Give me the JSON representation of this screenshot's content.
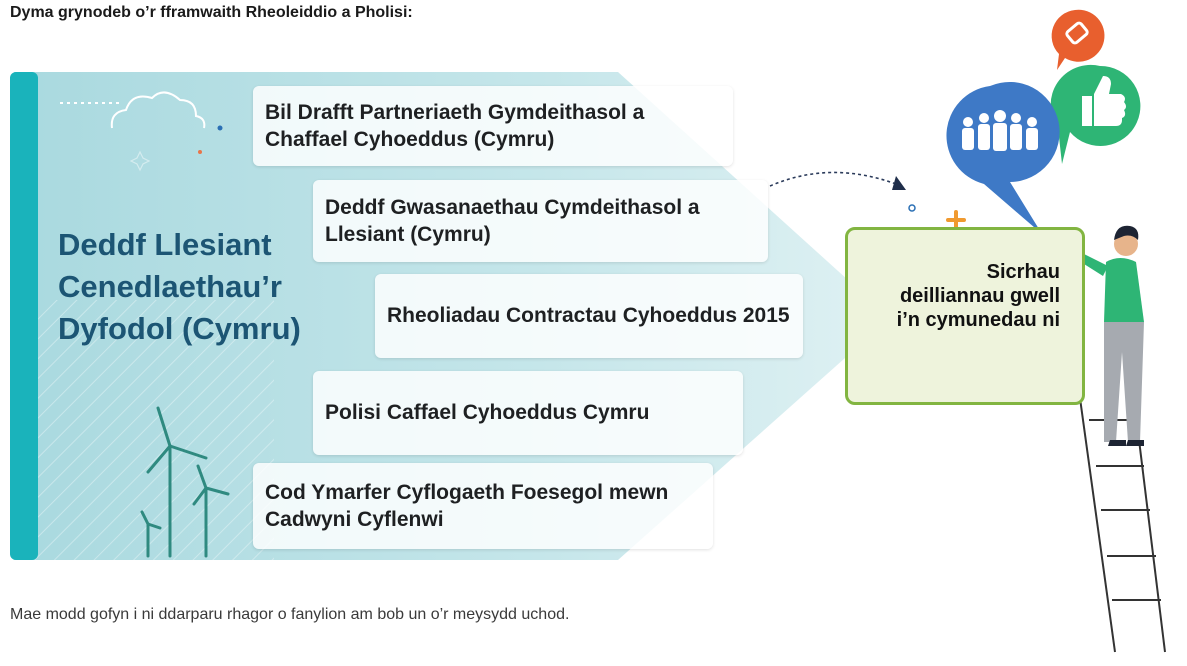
{
  "heading": "Dyma grynodeb o’r fframwaith Rheoleiddio a Pholisi:",
  "law_title": "Deddf Llesiant Cenedlaethau’r Dyfodol (Cymru)",
  "cards": [
    "Bil Drafft Partneriaeth Gymdeithasol a Chaffael Cyhoeddus (Cymru)",
    "Deddf Gwasanaethau Cymdeithasol a Llesiant (Cymru)",
    "Rheoliadau Contractau Cyhoeddus 2015",
    "Polisi Caffael Cyhoeddus Cymru",
    "Cod Ymarfer Cyflogaeth Foesegol mewn Cadwyni Cyflenwi"
  ],
  "outcome": "Sicrhau deilliannau gwell i’n cymunedau ni",
  "footer": "Mae modd gofyn i ni ddarparu rhagor o fanylion am bob un o’r meysydd uchod.",
  "icons": [
    "cloud-icon",
    "wind-turbine-icon",
    "people-group-icon",
    "thumbs-up-icon",
    "handshake-icon",
    "person-icon",
    "ladder-icon",
    "dotted-arrow-icon"
  ],
  "colors": {
    "title_blue": "#1c5574",
    "arrow_teal": "#b3dde3",
    "bar_teal": "#1ab3bb",
    "outcome_green": "#82b541",
    "bubble_blue": "#3e79c6",
    "bubble_green": "#2eb575",
    "bubble_orange": "#e85f2e"
  }
}
